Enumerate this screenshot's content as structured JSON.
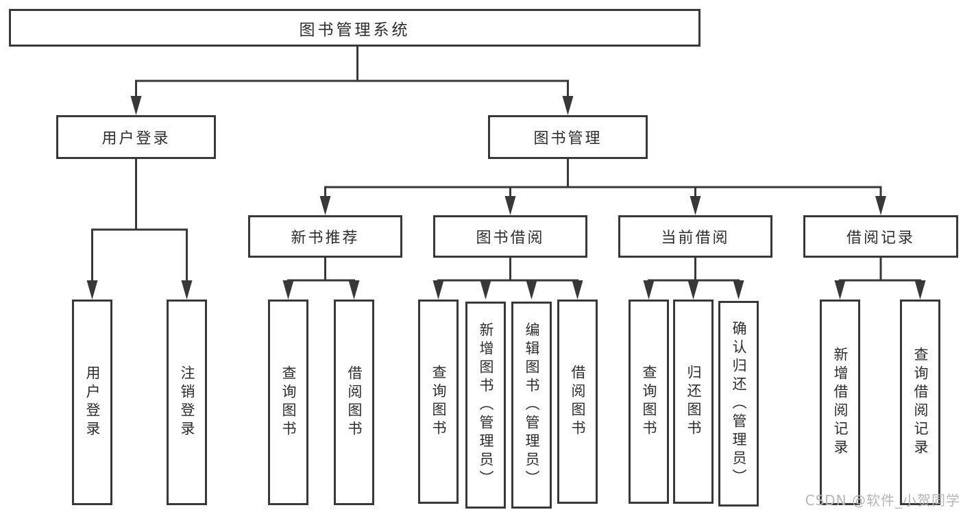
{
  "diagram": {
    "root": {
      "label": "图书管理系统"
    },
    "level2": [
      {
        "label": "用户登录"
      },
      {
        "label": "图书管理"
      }
    ],
    "level3": [
      {
        "label": "新书推荐",
        "parent": "图书管理"
      },
      {
        "label": "图书借阅",
        "parent": "图书管理"
      },
      {
        "label": "当前借阅",
        "parent": "图书管理"
      },
      {
        "label": "借阅记录",
        "parent": "图书管理"
      }
    ],
    "leaves": [
      {
        "label": "用户登录",
        "parent": "用户登录"
      },
      {
        "label": "注销登录",
        "parent": "用户登录"
      },
      {
        "label": "查询图书",
        "parent": "新书推荐"
      },
      {
        "label": "借阅图书",
        "parent": "新书推荐"
      },
      {
        "label": "查询图书",
        "parent": "图书借阅"
      },
      {
        "label": "新增图书（管理员）",
        "parent": "图书借阅"
      },
      {
        "label": "编辑图书（管理员）",
        "parent": "图书借阅"
      },
      {
        "label": "借阅图书",
        "parent": "图书借阅"
      },
      {
        "label": "查询图书",
        "parent": "当前借阅"
      },
      {
        "label": "归还图书",
        "parent": "当前借阅"
      },
      {
        "label": "确认归还（管理员）",
        "parent": "当前借阅"
      },
      {
        "label": "新增借阅记录",
        "parent": "借阅记录"
      },
      {
        "label": "查询借阅记录",
        "parent": "借阅记录"
      }
    ],
    "colors": {
      "border": "#383838",
      "line": "#383838",
      "text": "#2d2d2d",
      "background": "#ffffff",
      "watermark": "#b6b6b6"
    },
    "watermark": "CSDN @软件_小贺同学"
  }
}
